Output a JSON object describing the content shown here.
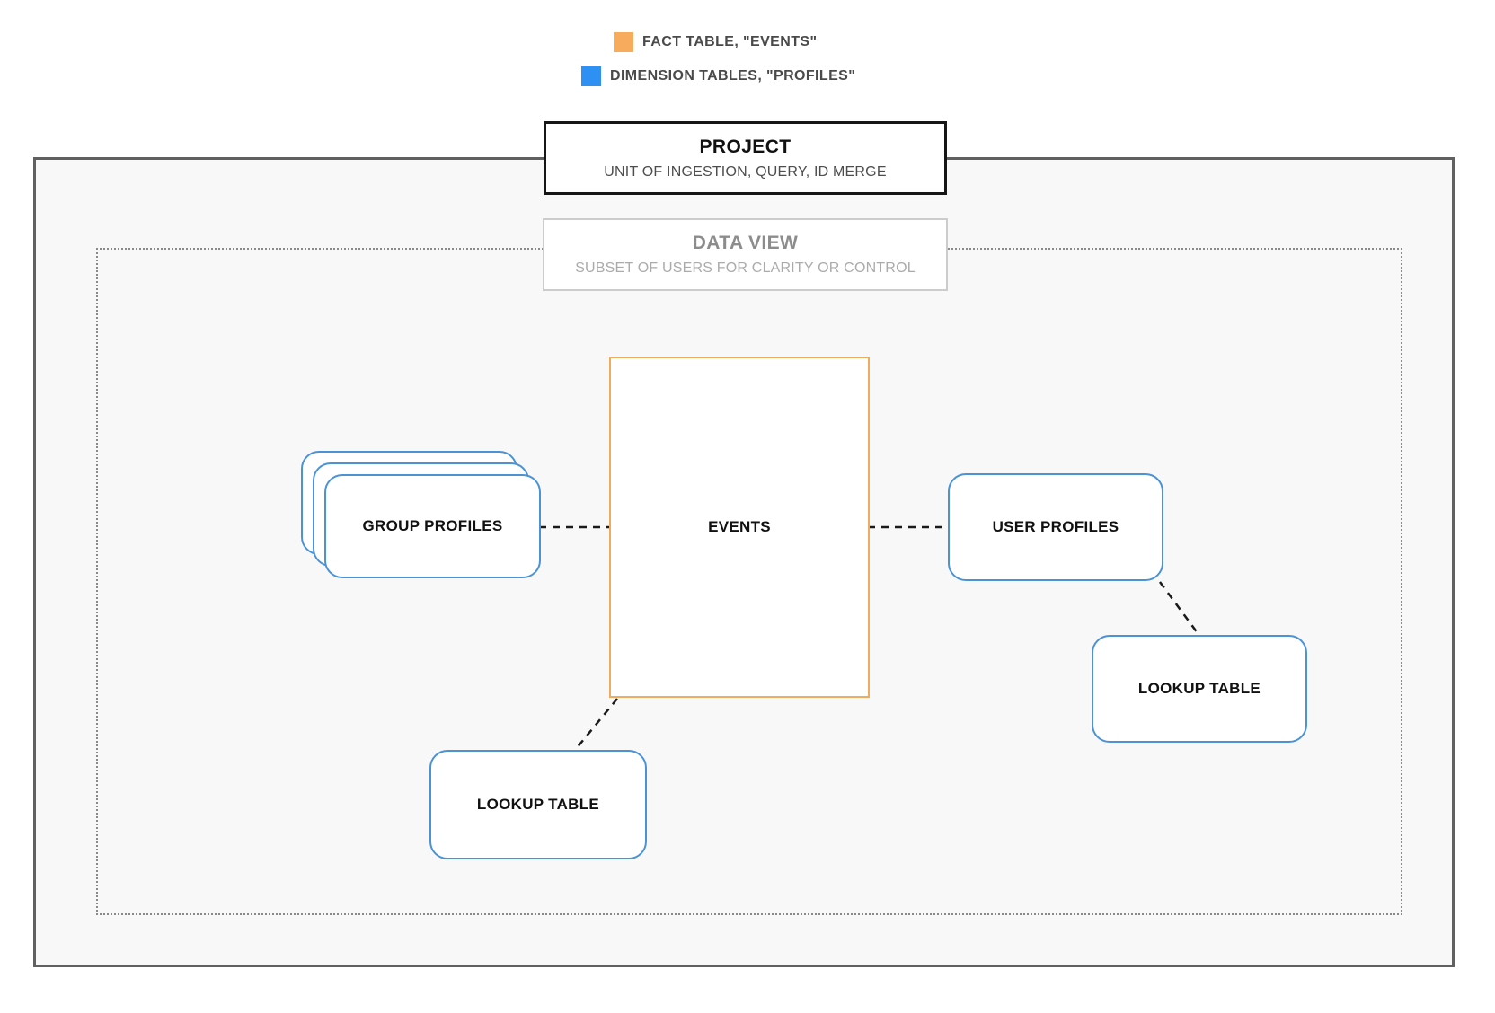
{
  "legend": {
    "items": [
      {
        "name": "fact-table",
        "label": "FACT TABLE, \"EVENTS\"",
        "color": "#f6ac5c"
      },
      {
        "name": "dimension-tables",
        "label": "DIMENSION TABLES, \"PROFILES\"",
        "color": "#2e90f2"
      }
    ]
  },
  "project_box": {
    "title": "PROJECT",
    "subtitle": "UNIT OF INGESTION, QUERY, ID MERGE"
  },
  "data_view_box": {
    "title": "DATA VIEW",
    "subtitle": "SUBSET OF USERS FOR CLARITY OR CONTROL"
  },
  "nodes": {
    "events": {
      "label": "EVENTS"
    },
    "group_profiles": {
      "label": "GROUP PROFILES"
    },
    "user_profiles": {
      "label": "USER PROFILES"
    },
    "lookup_table_left": {
      "label": "LOOKUP TABLE"
    },
    "lookup_table_right": {
      "label": "LOOKUP TABLE"
    }
  },
  "colors": {
    "fact_accent": "#f6ac5c",
    "dimension_accent": "#2e90f2",
    "events_border": "#efac60",
    "profile_border": "#4b93d5",
    "project_border": "#161616",
    "boundary_border": "#606060",
    "data_view_dotted_border": "#8a8a8a"
  }
}
